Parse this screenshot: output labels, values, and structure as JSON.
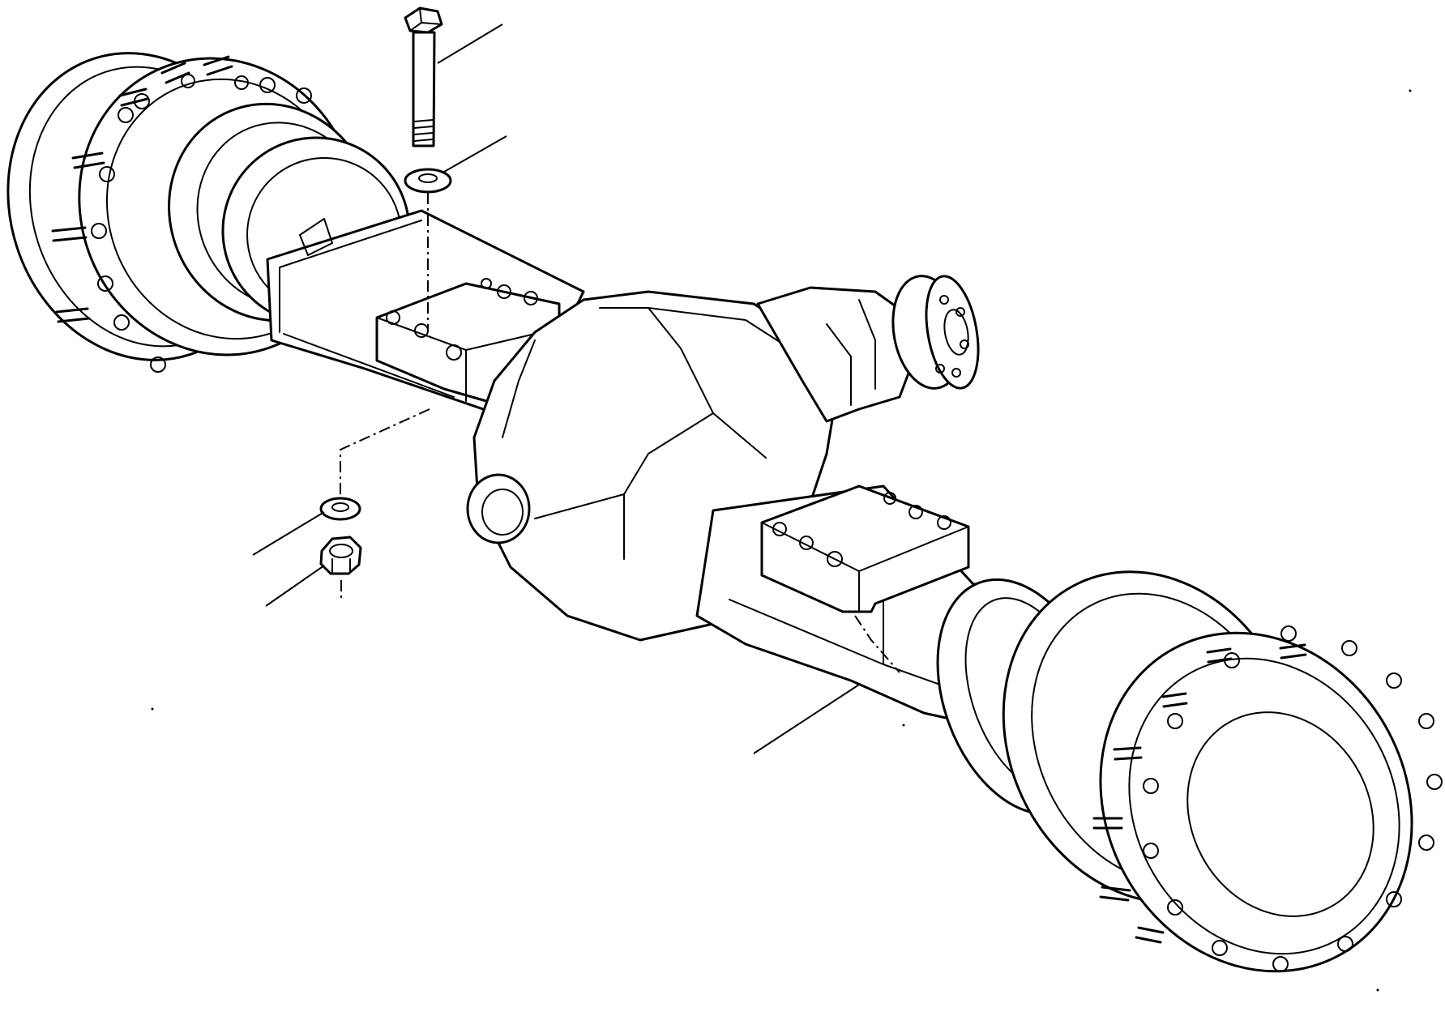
{
  "diagram": {
    "parts": [
      {
        "id": "bolt",
        "icon": "bolt-icon"
      },
      {
        "id": "upper-washer",
        "icon": "washer-icon"
      },
      {
        "id": "lower-washer",
        "icon": "washer-icon"
      },
      {
        "id": "nut",
        "icon": "hex-nut-icon"
      },
      {
        "id": "axle-assembly",
        "icon": "axle-icon"
      }
    ],
    "callouts": [],
    "colors": {
      "line": "#000000",
      "background": "#ffffff"
    }
  }
}
